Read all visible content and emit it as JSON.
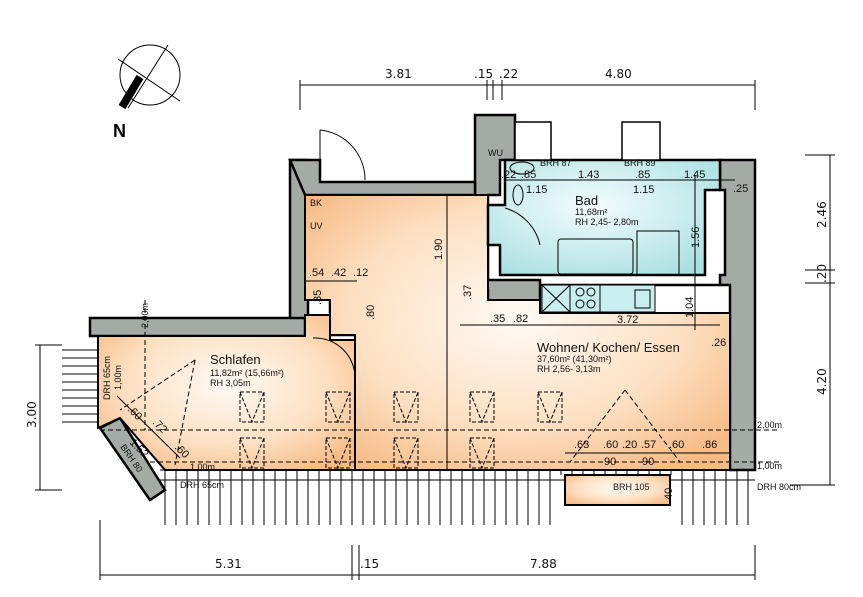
{
  "north_label": "N",
  "dimensions": {
    "top": [
      "3.81",
      ".15",
      ".22",
      "4.80"
    ],
    "right": [
      "2.46",
      ".20",
      "4.20"
    ],
    "bottom": [
      "5.31",
      ".15",
      "7.88"
    ],
    "left": [
      "3.00"
    ]
  },
  "rooms": {
    "bad": {
      "name": "Bad",
      "area": "11,68m²",
      "height": "RH 2,45- 2,80m"
    },
    "schlafen": {
      "name": "Schlafen",
      "area": "11,82m² (15,66m²)",
      "height": "RH 3,05m"
    },
    "wohnen": {
      "name": "Wohnen/ Kochen/ Essen",
      "area": "37,60m² (41,30m²)",
      "height": "RH 2,56- 3,13m"
    }
  },
  "labels": {
    "wu": "WU",
    "bk": "BK",
    "uv": "UV",
    "brh87": "BRH 87",
    "brh89": "BRH 89",
    "brh80": "BRH 80",
    "brh105": "BRH 105",
    "drh65_left": "DRH 65cm",
    "drh65_bottom": "DRH 65cm",
    "drh80": "DRH 80cm",
    "h200_top": "2,00m",
    "h100_left": "1,00m",
    "h100_bottom": "1,00m",
    "h200_right": "2,00m",
    "h100_right": "1,00m"
  },
  "inner_dims": {
    "bad": [
      ".22",
      ".85",
      "1.43",
      ".85",
      "1.45",
      "1.15",
      "1.15",
      ".25",
      "1.56"
    ],
    "hall": [
      "1.90",
      ".54",
      ".42",
      ".12",
      ".35",
      ".80",
      ".37"
    ],
    "kitchen": [
      ".35",
      ".82",
      "3.72",
      "1.04",
      ".26"
    ],
    "window_living": [
      ".63",
      ".60",
      ".20",
      ".57",
      ".60",
      ".86",
      "90",
      "90",
      "40"
    ],
    "window_bed": [
      ".60",
      ".72",
      "1.52",
      ".60"
    ],
    "right_wall": "4.20"
  }
}
